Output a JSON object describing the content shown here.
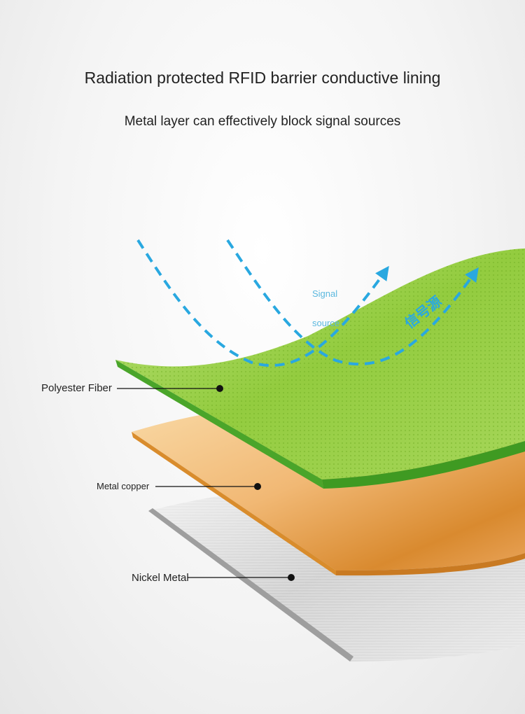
{
  "header": {
    "title": "Radiation protected RFID barrier conductive lining",
    "subtitle": "Metal layer can effectively block signal sources"
  },
  "signal": {
    "label_line1": "Signal",
    "label_line2": "source",
    "label_cn": "信号源",
    "color": "#29a8e0"
  },
  "layers": [
    {
      "label": "Polyester Fiber",
      "color": "#8cc63f"
    },
    {
      "label": "Metal copper",
      "color": "#e59a3c"
    },
    {
      "label": "Nickel Metal",
      "color": "#bdbdbd"
    }
  ]
}
